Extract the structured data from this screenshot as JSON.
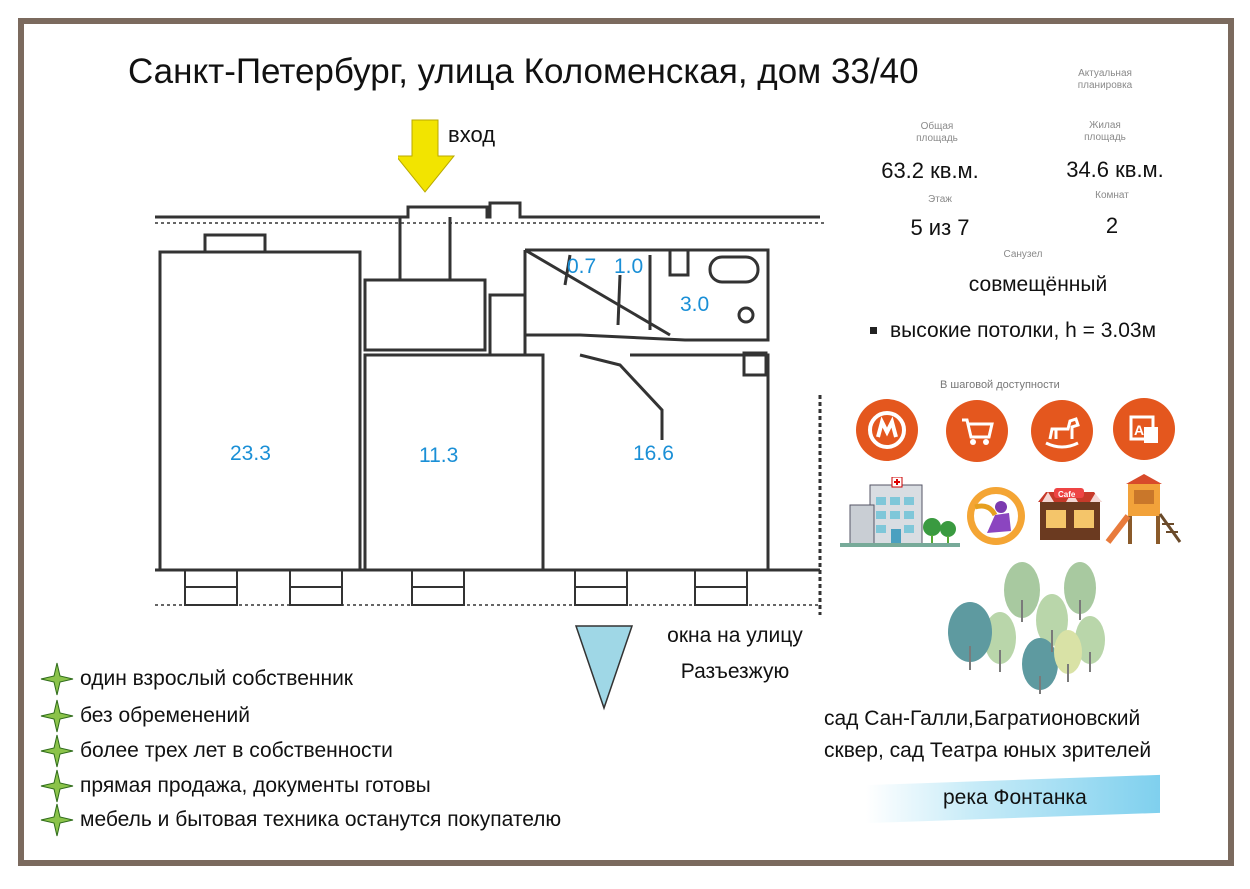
{
  "title": "Санкт-Петербург, улица Коломенская, дом 33/40",
  "entrance_label": "вход",
  "rooms": {
    "r1": "23.3",
    "r2": "11.3",
    "r3": "16.6",
    "r4": "0.7",
    "r5": "1.0",
    "r6": "3.0"
  },
  "plan_caption": "Актуальная планировка",
  "stats": {
    "total_label": "Общая площадь",
    "total_value": "63.2 кв.м.",
    "living_label": "Жилая площадь",
    "living_value": "34.6 кв.м.",
    "floor_label": "Этаж",
    "floor_value": "5 из 7",
    "rooms_label": "Комнат",
    "rooms_value": "2",
    "bath_label": "Санузел",
    "bath_value": "совмещённый",
    "ceilings": "высокие потолки, h = 3.03м"
  },
  "walking_caption": "В шаговой доступности",
  "icons": [
    "metro-icon",
    "shopping-cart-icon",
    "rocking-horse-icon",
    "school-icon",
    "hospital-icon",
    "fitness-icon",
    "cafe-icon",
    "playground-icon",
    "park-trees-icon"
  ],
  "windows_text": [
    "окна на улицу",
    "Разъезжую"
  ],
  "benefits": [
    "один взрослый собственник",
    "без обременений",
    "более трех лет в собственности",
    "прямая продажа, документы готовы",
    "мебель и бытовая техника останутся покупателю"
  ],
  "parks": [
    "сад Сан-Галли,Багратионовский",
    "сквер, сад Театра юных зрителей"
  ],
  "river": "река Фонтанка",
  "colors": {
    "frame": "#7b6a5e",
    "room_numbers": "#1a8fd6",
    "arrow": "#f2e400",
    "window_triangle": "#9fd7e6",
    "icon_orange": "#e4571e",
    "star_green": "#8bc34a"
  }
}
